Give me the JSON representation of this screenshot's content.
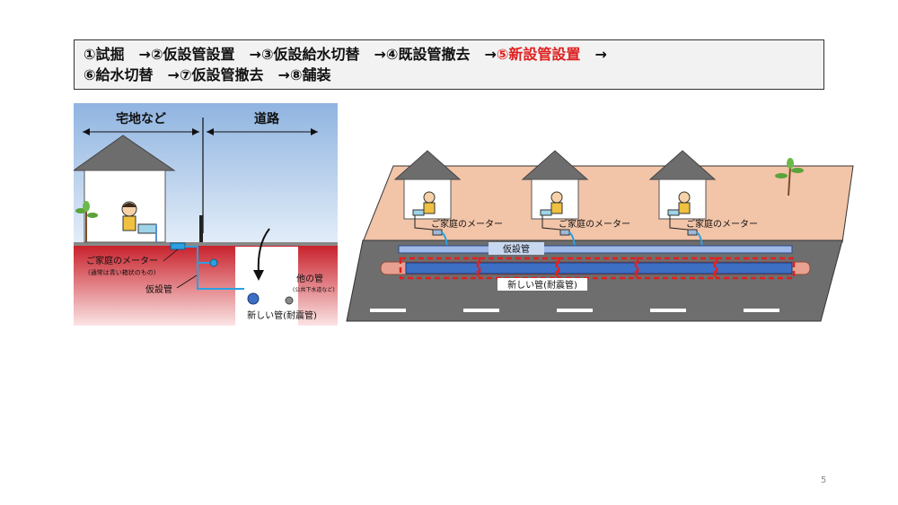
{
  "steps": {
    "line1": [
      {
        "text": "①試掘　→",
        "current": false
      },
      {
        "text": "②仮設管設置　→",
        "current": false
      },
      {
        "text": "③仮設給水切替　→",
        "current": false
      },
      {
        "text": "④既設管撤去　→",
        "current": false
      },
      {
        "text": "⑤新設管設置",
        "current": true
      },
      {
        "text": "　→",
        "current": false
      }
    ],
    "line2": [
      {
        "text": "⑥給水切替　→",
        "current": false
      },
      {
        "text": "⑦仮設管撤去　→",
        "current": false
      },
      {
        "text": "⑧舗装",
        "current": false
      }
    ]
  },
  "left": {
    "zone_residential": "宅地など",
    "zone_road": "道路",
    "meter_label": "ご家庭のメーター",
    "meter_note": "(通常は青い箱状のもの)",
    "temp_pipe_label": "仮設管",
    "other_pipe_label": "他の管",
    "other_pipe_note": "(公共下水道など)",
    "new_pipe_label": "新しい管(耐震管)"
  },
  "right": {
    "meter_labels": [
      "ご家庭のメーター",
      "ご家庭のメーター",
      "ご家庭のメーター"
    ],
    "temp_pipe_label": "仮設管",
    "new_pipe_label": "新しい管(耐震管)"
  },
  "colors": {
    "highlight": "#e02020",
    "temp_pipe": "#5b8fd6",
    "new_pipe": "#3d6fc4",
    "old_pipe": "#e8a090",
    "ground": "#c8202a",
    "sidewalk": "#f2c4a8",
    "road": "#6e6e6e"
  },
  "page_number": "5"
}
